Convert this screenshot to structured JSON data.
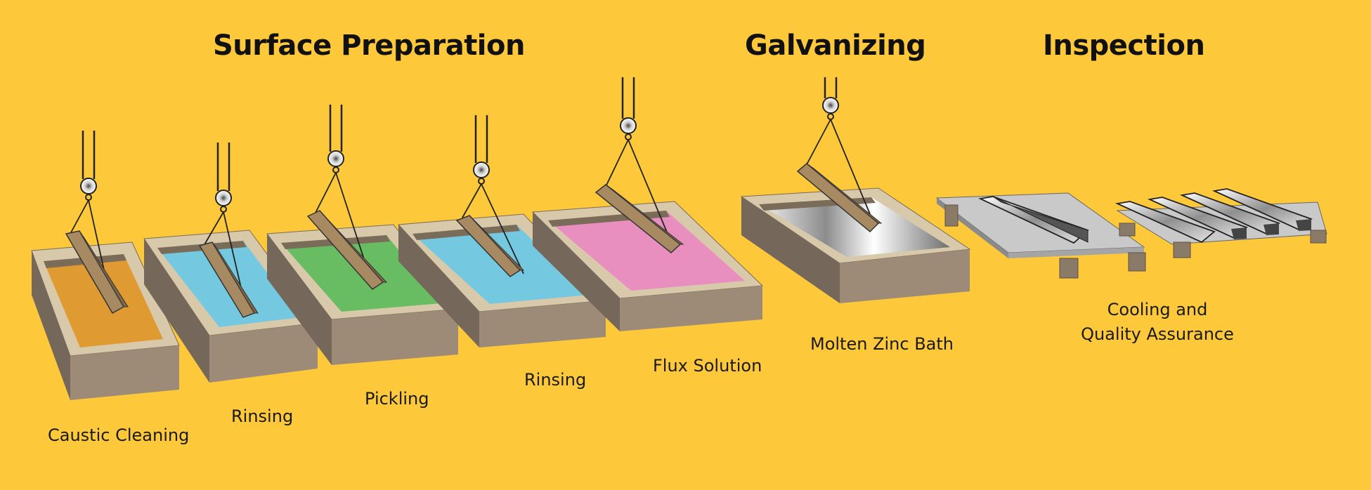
{
  "headings": {
    "surface_preparation": "Surface Preparation",
    "galvanizing": "Galvanizing",
    "inspection": "Inspection"
  },
  "stages": {
    "caustic_cleaning": "Caustic Cleaning",
    "rinsing_1": "Rinsing",
    "pickling": "Pickling",
    "rinsing_2": "Rinsing",
    "flux_solution": "Flux Solution",
    "molten_zinc_bath": "Molten Zinc Bath",
    "cooling_line_1": "Cooling and",
    "cooling_line_2": "Quality Assurance"
  },
  "colors": {
    "background": "#fdc93a",
    "caustic_liquid": "#e09a32",
    "rinse_liquid": "#74c9e0",
    "pickling_liquid": "#68bd63",
    "flux_liquid": "#e98fc0",
    "zinc_liquid": "#c9c9c9",
    "tank_rim": "#d9c9ab",
    "tank_side": "#9d8b78",
    "tank_front": "#75675a",
    "steel_beam": "#a88a62"
  }
}
